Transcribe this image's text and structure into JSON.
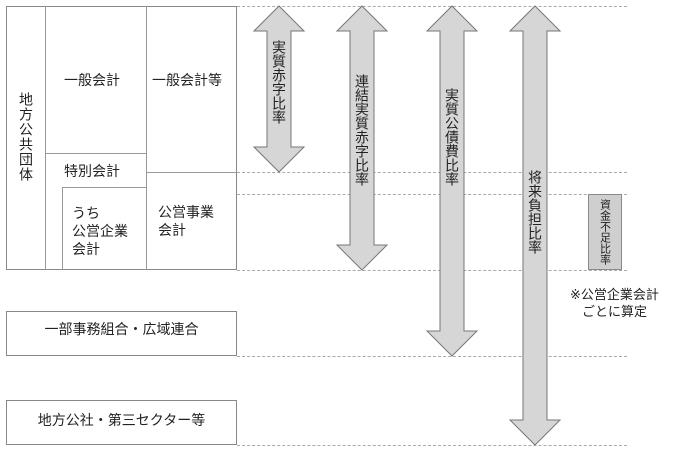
{
  "entities": {
    "local_government": "地方公共団体",
    "general_account": "一般会計",
    "general_account_etc": "一般会計等",
    "special_account": "特別会計",
    "public_enterprise_account": "うち\n公営企業\n会計",
    "public_enterprise": "公営事業\n会計",
    "partial_affairs_union": "一部事務組合・広域連合",
    "third_sector": "地方公社・第三セクター等"
  },
  "ratios": {
    "real_deficit": "実質赤字比率",
    "consolidated_real_deficit": "連結実質赤字比率",
    "real_debt_service": "実質公債費比率",
    "future_burden": "将来負担比率",
    "fund_shortfall": "資金不足比率"
  },
  "note": "※公営企業会計\nごとに算定"
}
